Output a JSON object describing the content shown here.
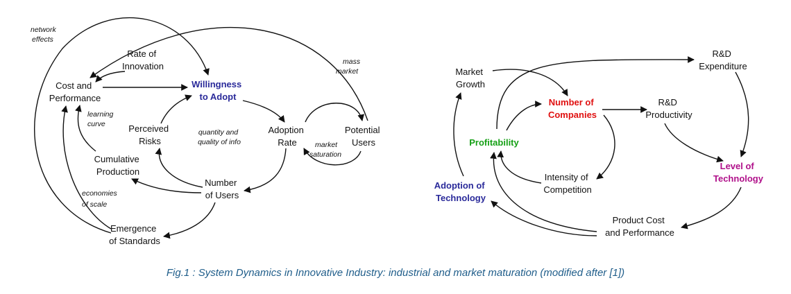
{
  "left_diagram": {
    "nodes": {
      "cost_performance": [
        "Cost and",
        "Performance"
      ],
      "rate_innovation": [
        "Rate of",
        "Innovation"
      ],
      "willingness": [
        "Willingness",
        "to Adopt"
      ],
      "perceived_risks": [
        "Perceived",
        "Risks"
      ],
      "adoption_rate": [
        "Adoption",
        "Rate"
      ],
      "potential_users": [
        "Potential",
        "Users"
      ],
      "cumulative_production": [
        "Cumulative",
        "Production"
      ],
      "number_users": [
        "Number",
        "of Users"
      ],
      "emergence_standards": [
        "Emergence",
        "of Standards"
      ]
    },
    "annotations": {
      "network_effects": [
        "network",
        "effects"
      ],
      "mass_market": [
        "mass",
        "market"
      ],
      "learning_curve": [
        "learning",
        "curve"
      ],
      "quantity_quality": [
        "quantity and",
        "quality of info"
      ],
      "market_saturation": [
        "market",
        "saturation"
      ],
      "economies_scale": [
        "economies",
        "of scale"
      ]
    }
  },
  "right_diagram": {
    "nodes": {
      "market_growth": [
        "Market",
        "Growth"
      ],
      "rd_expenditure": [
        "R&D",
        "Expenditure"
      ],
      "number_companies": [
        "Number of",
        "Companies"
      ],
      "rd_productivity": [
        "R&D",
        "Productivity"
      ],
      "profitability": [
        "Profitability"
      ],
      "level_technology": [
        "Level of",
        "Technology"
      ],
      "intensity_competition": [
        "Intensity of",
        "Competition"
      ],
      "adoption_technology": [
        "Adoption of",
        "Technology"
      ],
      "product_cost": [
        "Product Cost",
        "and Performance"
      ]
    }
  },
  "colors": {
    "willingness": "#2a2a9a",
    "number_companies": "#e01010",
    "profitability": "#16a016",
    "level_technology": "#b0108a",
    "adoption_technology": "#2a2a9a",
    "caption": "#1f5d8a"
  },
  "caption": "Fig.1 : System Dynamics in Innovative Industry: industrial and market maturation (modified after [1])"
}
